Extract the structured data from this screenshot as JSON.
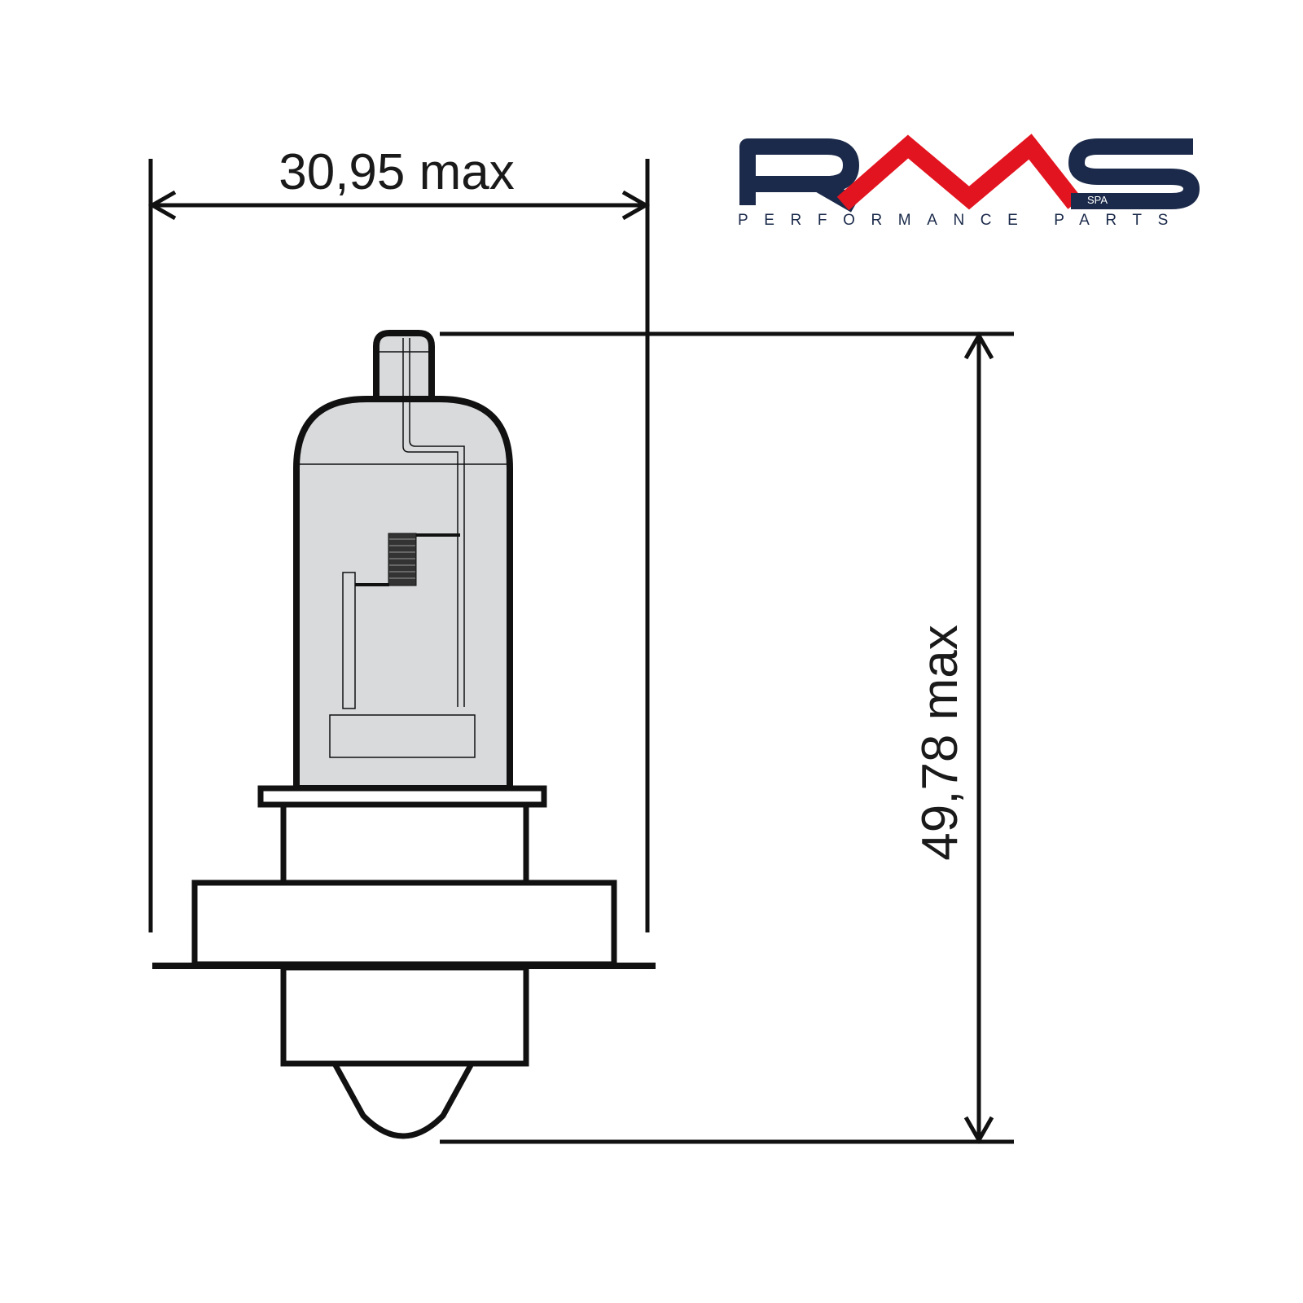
{
  "drawing": {
    "width_label": "30,95 max",
    "height_label": "49,78 max"
  },
  "logo": {
    "brand": "RMS",
    "suffix": "SPA",
    "tagline": "PERFORMANCE PARTS",
    "colors": {
      "navy": "#1b2a4a",
      "red": "#e2141f"
    }
  },
  "colors": {
    "glass": "#d9dadc",
    "line": "#111111"
  }
}
